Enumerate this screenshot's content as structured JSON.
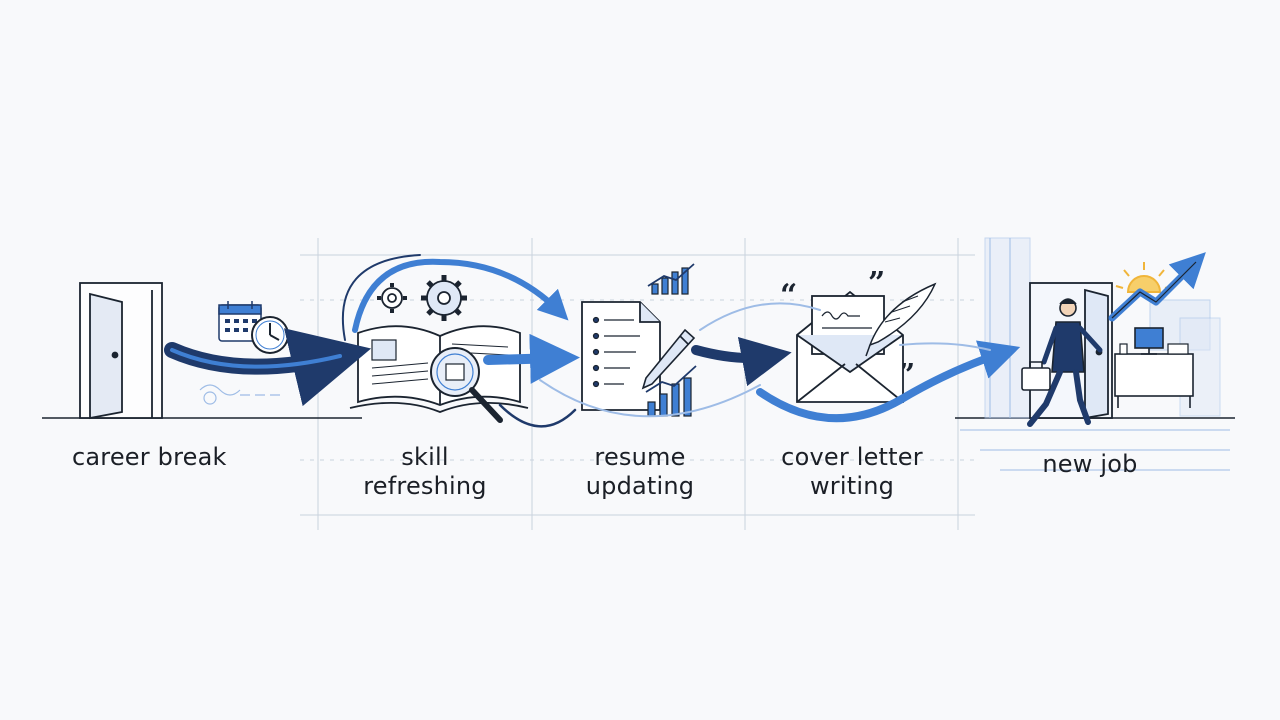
{
  "stages": [
    {
      "id": "career-break",
      "lines": [
        "career break"
      ]
    },
    {
      "id": "skill-refreshing",
      "lines": [
        "skill",
        "refreshing"
      ]
    },
    {
      "id": "resume-updating",
      "lines": [
        "resume",
        "updating"
      ]
    },
    {
      "id": "cover-letter-writing",
      "lines": [
        "cover letter",
        "writing"
      ]
    },
    {
      "id": "new-job",
      "lines": [
        "new job"
      ]
    }
  ],
  "icons": [
    "open-door-icon",
    "calendar-icon",
    "clock-icon",
    "gear-icon",
    "open-book-icon",
    "magnifier-icon",
    "document-icon",
    "pen-icon",
    "bar-chart-icon",
    "envelope-icon",
    "quill-icon",
    "quote-marks-icon",
    "walking-businessman-icon",
    "briefcase-icon",
    "desk-icon",
    "computer-monitor-icon",
    "sun-icon",
    "trend-arrow-icon"
  ],
  "colors": {
    "ink": "#1b2430",
    "navy": "#1f3a6b",
    "blue": "#3f7fd3",
    "light_blue": "#9ebce6",
    "pale_blue": "#dfe8f6",
    "sun": "#f0b53a",
    "grid": "#c9d2de"
  }
}
